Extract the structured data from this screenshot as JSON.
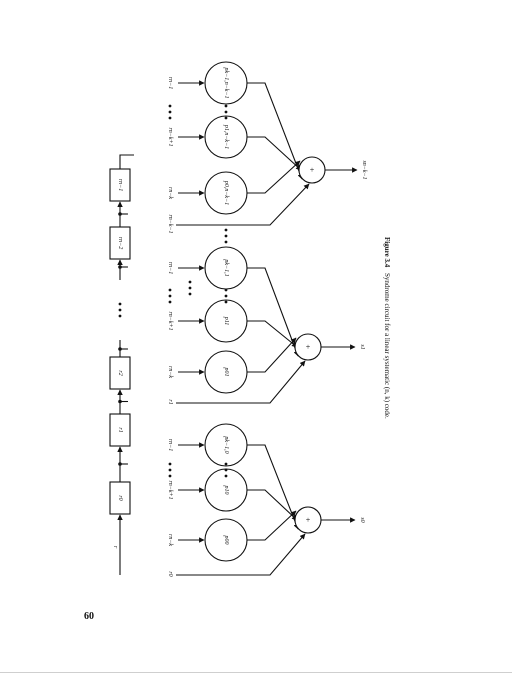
{
  "page_number": "60",
  "figure": {
    "caption_label": "Figure 3.4",
    "caption_text": "Syndrome circuit for a linear systematic (n, k) code."
  },
  "register": {
    "input": "r",
    "stages": [
      "r0",
      "r1",
      "r2",
      "rn−2",
      "rn−1"
    ]
  },
  "sections": [
    {
      "output": "s0",
      "direct_input": "r0",
      "parity_inputs": [
        "rn−k",
        "rn−k+1",
        "rn−1"
      ],
      "parity_boxes": [
        "p00",
        "p10",
        "pk−1,0"
      ]
    },
    {
      "output": "s1",
      "direct_input": "r1",
      "parity_inputs": [
        "rn−k",
        "rn−k+1",
        "rn−1"
      ],
      "parity_boxes": [
        "p01",
        "p11",
        "pk−1,1"
      ]
    },
    {
      "output": "sn−k−1",
      "direct_input": "rn−k−1",
      "parity_inputs": [
        "rn−k",
        "rn−k+1",
        "rn−1"
      ],
      "parity_boxes": [
        "p0,n−k−1",
        "p1,n−k−1",
        "pk−1,n−k−1"
      ]
    }
  ],
  "adder_symbol": "+",
  "ellipsis": "•••"
}
